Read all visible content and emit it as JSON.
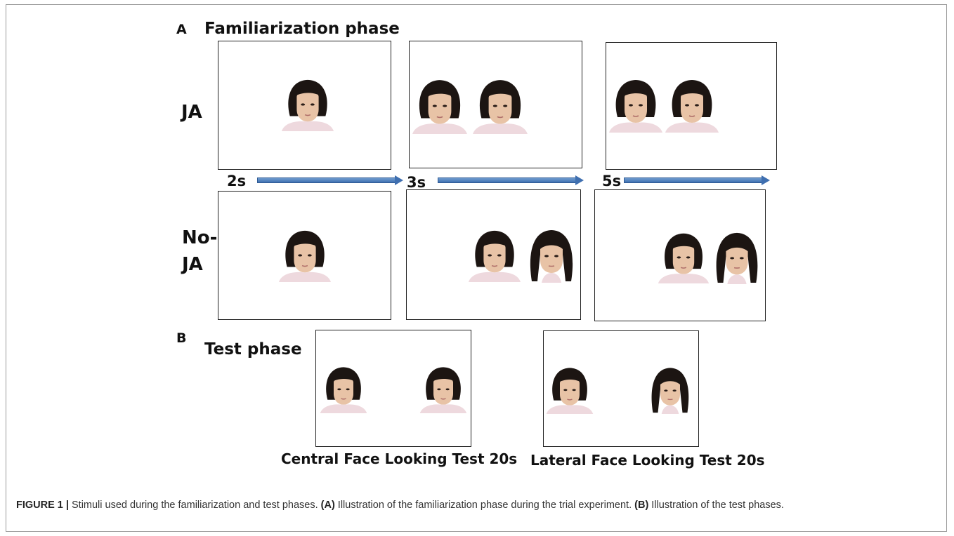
{
  "panel_a": {
    "letter": "A",
    "heading": "Familiarization phase",
    "rows": {
      "ja_label": "JA",
      "nja_label_line1": "No-",
      "nja_label_line2": "JA"
    },
    "timings": [
      "2s",
      "3s",
      "5s"
    ]
  },
  "panel_b": {
    "letter": "B",
    "heading": "Test phase",
    "tests": [
      {
        "label": "Central Face Looking Test  20s"
      },
      {
        "label": "Lateral Face  Looking Test  20s"
      }
    ]
  },
  "caption": {
    "figure_label": "FIGURE 1 |",
    "text_1": " Stimuli used during the familiarization and test phases. ",
    "a_tag": "(A)",
    "text_2": " Illustration of the familiarization phase during the trial experiment. ",
    "b_tag": "(B)",
    "text_3": " Illustration of the test phases."
  },
  "colors": {
    "arrow": "#3f6fb0",
    "hair": "#1c1512",
    "skin": "#e8c3a6",
    "shirt": "#eed9de"
  }
}
